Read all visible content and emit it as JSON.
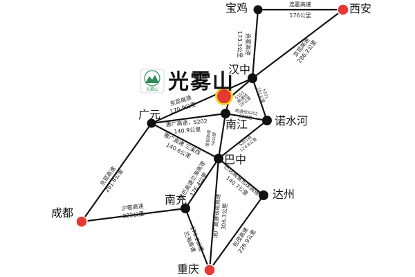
{
  "title": "光雾山",
  "logo_text": "光雾山",
  "colors": {
    "major_city": "#e53935",
    "minor_city": "#111111",
    "destination_outer": "#f9d423",
    "destination_inner": "#e53935",
    "road": "#111111",
    "logo_green": "#2e8b57"
  },
  "cities": {
    "baoji": "宝鸡",
    "xian": "西安",
    "hanzhong": "汉中",
    "guangyuan": "广元",
    "nanjiang": "南江",
    "nuoshuihe": "诺水河",
    "bazhong": "巴中",
    "chengdu": "成都",
    "nanchong": "南充",
    "dazhou": "达州",
    "chongqing": "重庆"
  },
  "roads": {
    "baoji_xian_name": "连霍高速",
    "baoji_xian_dist": "176公里",
    "baoji_hanzhong_name": "连霍高速",
    "baoji_hanzhong_dist": "173.3公里",
    "xian_hanzhong_name": "京昆高速",
    "xian_hanzhong_dist": "286.2公里",
    "guangyuan_hanzhong_name": "京昆高速",
    "guangyuan_hanzhong_dist": "170.9公里",
    "guangyuan_nanjiang_name": "惠广高速，S202",
    "guangyuan_nanjiang_dist": "140.9公里",
    "guangyuan_bazhong_name": "惠广高速 三溪线",
    "guangyuan_bazhong_dist": "140.6公里",
    "chengdu_guangyuan_name": "京昆高速",
    "chengdu_guangyuan_dist": "281.8公里",
    "chengdu_nanchong_name": "沪蓉高速",
    "chengdu_nanchong_dist": "222公里",
    "nanchong_bazhong_name": "南巴高速兰海高速",
    "nanchong_bazhong_dist": "176.4公里",
    "nanchong_chongqing_name": "兰海高速",
    "nanchong_chongqing_dist": "179.2公里",
    "bazhong_chongqing_name": "渝广高速银昆高速",
    "bazhong_chongqing_dist": "306.3公里",
    "bazhong_dazhou_name": "巴达高速包茂高速",
    "bazhong_dazhou_dist": "140.7公里",
    "dazhou_chongqing_name": "包茂高速",
    "dazhou_chongqing_dist": "228.9公里",
    "nanjiang_bazhong_name": "银昆高速",
    "nanjiang_bazhong_dist": "58公里",
    "nanjiang_nuoshuihe_name": "南通线S202",
    "nanjiang_nuoshuihe_dist": "52公里",
    "nuoshuihe_bazhong_name": "S201线",
    "nuoshuihe_bazhong_dist": "124.8公里",
    "dest_nanjiang_name": "S101",
    "dest_nanjiang_dist": "26公里",
    "dest_nanjiang_name2": "南通线",
    "dest_hanzhong_name": "S101",
    "dest_hanzhong_dist": "101公里"
  }
}
